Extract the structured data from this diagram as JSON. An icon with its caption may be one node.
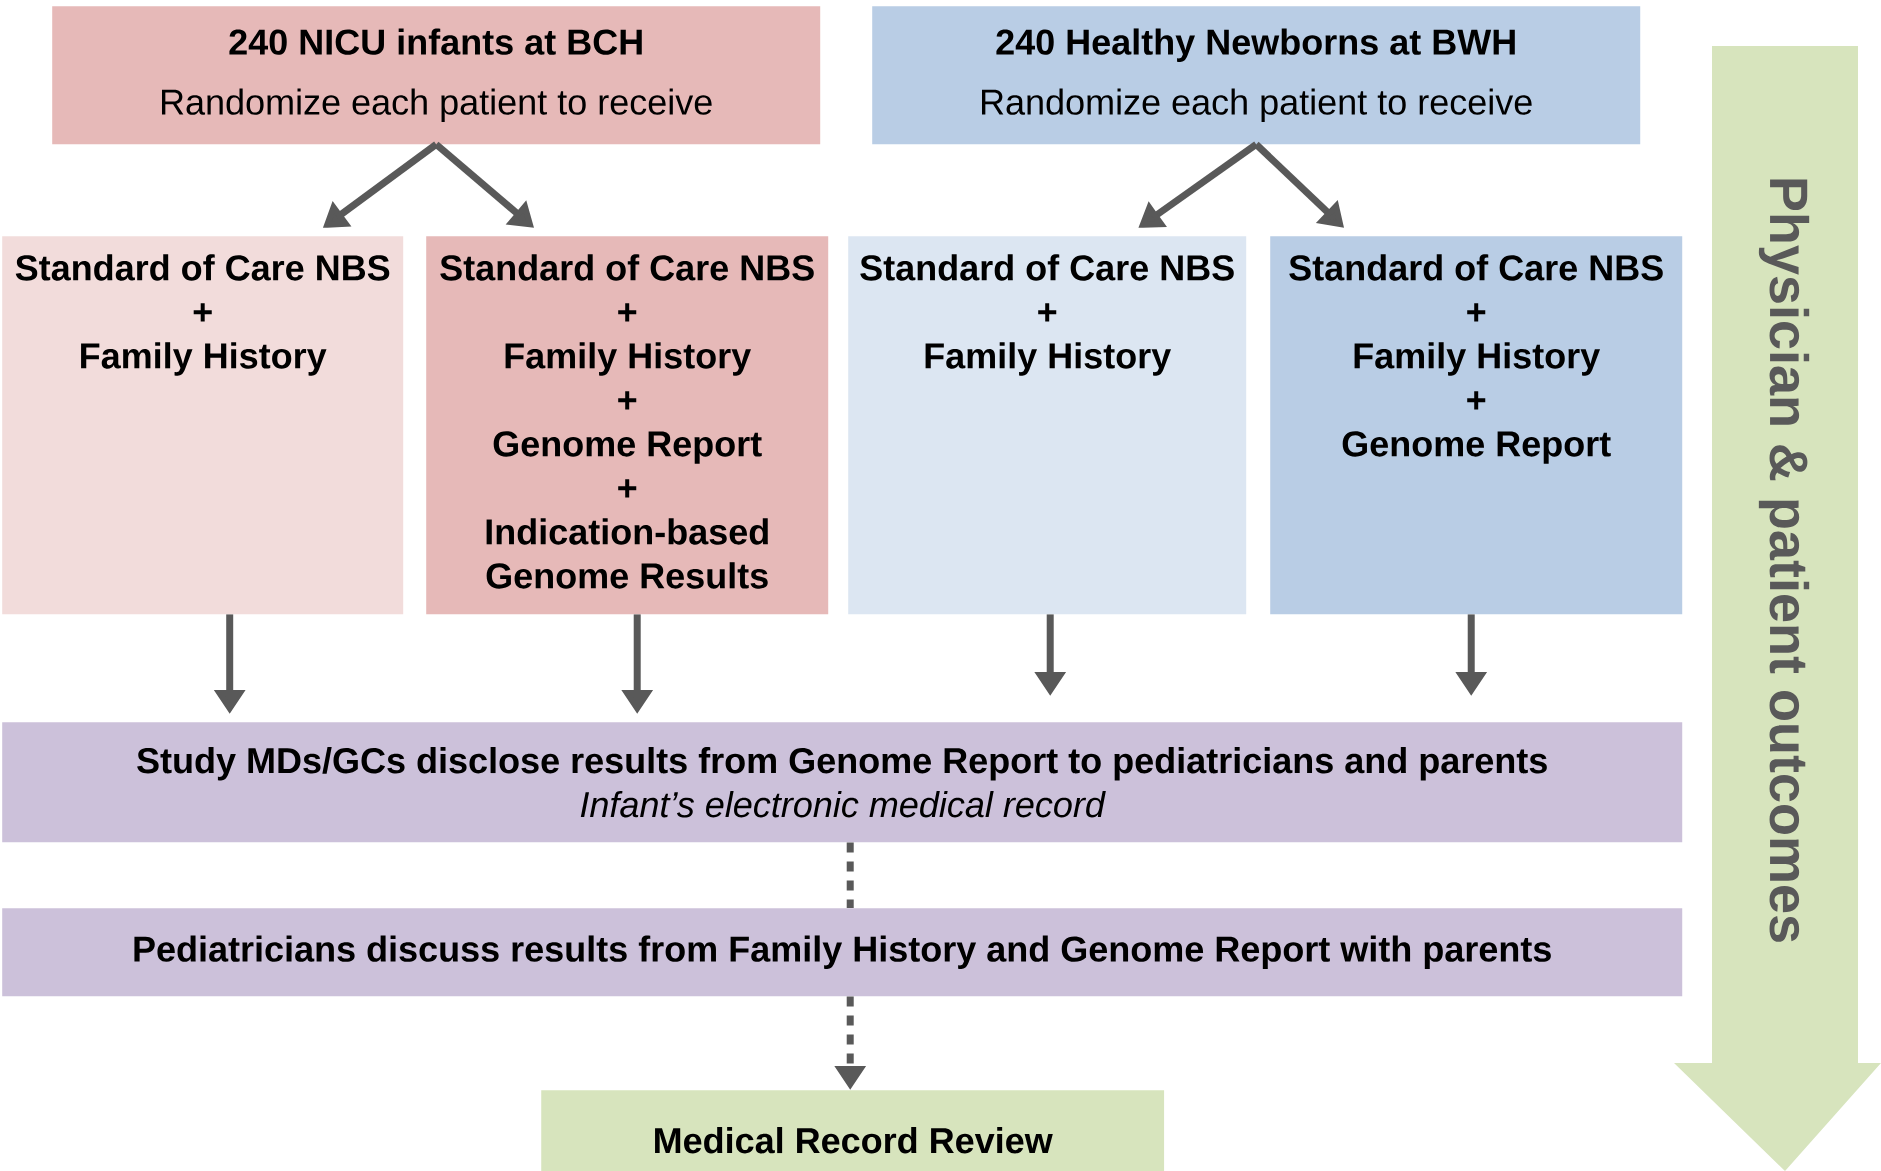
{
  "diagram": {
    "nodes": [
      {
        "text": [
          "240 NICU infants at BCH",
          "Randomize each patient to receive"
        ]
      },
      {
        "text": [
          "240 Healthy Newborns at BWH",
          "Randomize each patient to receive"
        ]
      },
      {
        "text": [
          "Standard of Care NBS",
          "+",
          "Family History"
        ]
      },
      {
        "text": [
          "Standard of Care NBS",
          "+",
          "Family History",
          "+",
          "Genome Report",
          "+",
          "Indication-based Genome Results"
        ]
      },
      {
        "text": [
          "Standard of Care NBS",
          "+",
          "Family History"
        ]
      },
      {
        "text": [
          "Standard of Care NBS",
          "+",
          "Family History",
          "+",
          "Genome Report"
        ]
      },
      {
        "text": [
          "Study MDs/GCs disclose results from Genome Report to pediatricians and parents",
          "Infant’s electronic medical record"
        ]
      },
      {
        "text": [
          "Pediatricians discuss results from Family History and Genome Report with parents"
        ]
      },
      {
        "text": [
          "Medical Record Review"
        ]
      },
      {
        "text": [
          "Physician & patient outcomes"
        ]
      }
    ],
    "edges": [
      {
        "from": 0,
        "to": 2,
        "arrow": "to"
      },
      {
        "from": 0,
        "to": 3,
        "arrow": "to"
      },
      {
        "from": 1,
        "to": 4,
        "arrow": "to"
      },
      {
        "from": 1,
        "to": 5,
        "arrow": "to"
      },
      {
        "from": 2,
        "to": 6,
        "arrow": "to"
      },
      {
        "from": 3,
        "to": 6,
        "arrow": "to"
      },
      {
        "from": 4,
        "to": 6,
        "arrow": "to"
      },
      {
        "from": 5,
        "to": 6,
        "arrow": "to"
      },
      {
        "from": 6,
        "to": 7,
        "arrow": "none",
        "style": "dashed"
      },
      {
        "from": 7,
        "to": 8,
        "arrow": "to",
        "style": "dashed"
      }
    ]
  }
}
